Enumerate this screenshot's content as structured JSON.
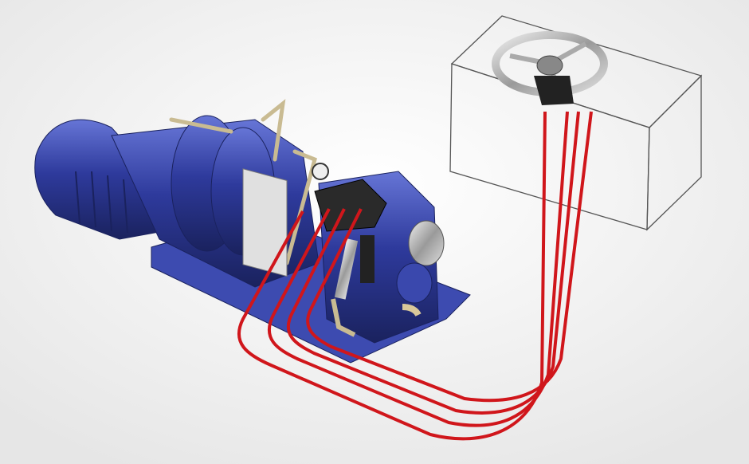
{
  "colors": {
    "background": "#f3f3f3",
    "machine_blue": "#2e3a9c",
    "machine_highlight": "#5a6ad0",
    "machine_shadow": "#1a225e",
    "hose_red": "#d0161b",
    "wireframe": "#555555",
    "steel": "#b8b8b8"
  },
  "icons": [
    "waterjet-unit",
    "steering-wheel",
    "helm-box",
    "hydraulic-hoses"
  ]
}
